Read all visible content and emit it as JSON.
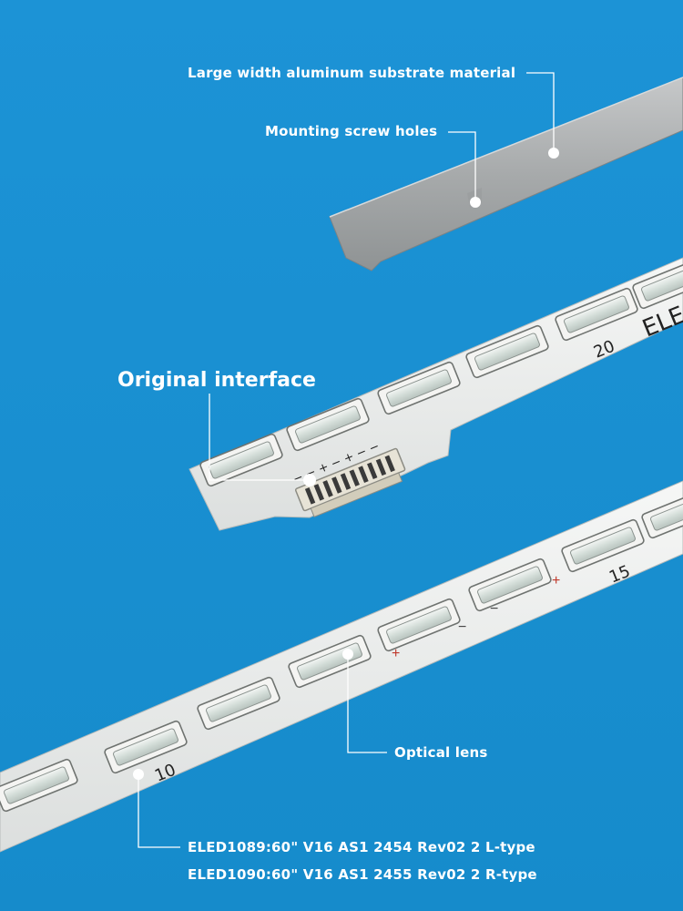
{
  "annotations": {
    "substrate": "Large width aluminum substrate material",
    "screw_holes": "Mounting screw holes",
    "interface": "Original interface",
    "lens": "Optical lens",
    "model_l": "ELED1089:60\" V16 AS1 2454 Rev02 2 L-type",
    "model_r": "ELED1090:60\" V16 AS1 2455 Rev02 2 R-type"
  },
  "strip_markings": {
    "upper_number": "20",
    "upper_text": "ELE",
    "lower_number_right": "15",
    "lower_number_left": "10",
    "connector_signs": "− − + − + − −"
  },
  "colors": {
    "background": "#1a8ed0",
    "aluminum": "#a9acad",
    "pcb": "#eceeed",
    "lens": "#dfe7e3",
    "label_text": "#ffffff",
    "plus_mark": "#c0392b"
  }
}
